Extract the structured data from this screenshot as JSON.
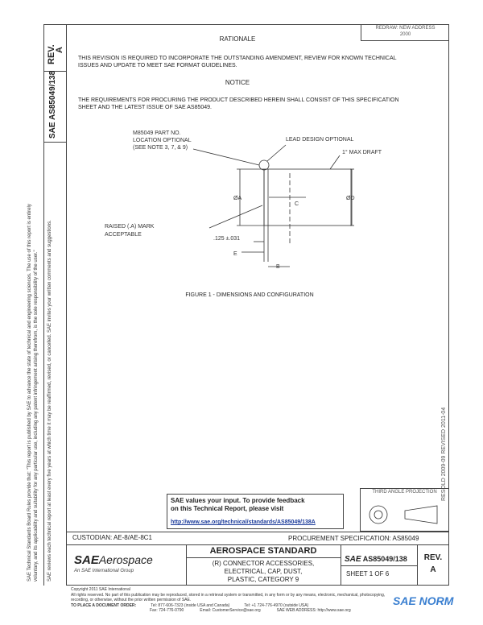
{
  "date_box": {
    "line1": "REDRAW: NEW ADDRESS",
    "line2": "2000"
  },
  "rev_label": "REV.",
  "rev_value": "A",
  "sae_doc": "SAE AS85049/138",
  "side_note_1": "SAE Technical Standards Board Rules provide that: \"This report is published by SAE to advance the state of technical and engineering sciences. The use of this report is entirely",
  "side_note_2": "voluntary, and its applicability and suitability for any particular use, including any patent infringement arising therefrom, is the sole responsibility of the user.\"",
  "side_note_3": "SAE reviews each technical report at least every five years at which time it may be reaffirmed, revised, or cancelled. SAE invites your written comments and suggestions.",
  "right_vertical": "RESOLD 2009-09    REVISED 2011-04",
  "rationale": {
    "heading": "RATIONALE",
    "text": "THIS REVISION IS REQUIRED TO INCORPORATE THE OUTSTANDING AMENDMENT, REVIEW FOR KNOWN TECHNICAL ISSUES AND UPDATE TO MEET SAE FORMAT GUIDELINES."
  },
  "notice": {
    "heading": "NOTICE",
    "text": "THE REQUIREMENTS FOR PROCURING THE PRODUCT DESCRIBED HEREIN SHALL CONSIST OF THIS SPECIFICATION SHEET AND THE LATEST ISSUE OF SAE AS85049."
  },
  "drawing": {
    "part_note": [
      "M85049 PART NO.",
      "LOCATION OPTIONAL",
      "(SEE NOTE 3, 7, & 9)"
    ],
    "lead_note": "LEAD DESIGN OPTIONAL",
    "draft_note": "1° MAX DRAFT",
    "raised_note": [
      "RAISED (.A)     MARK",
      "ACCEPTABLE"
    ],
    "dim_a": "ØA",
    "dim_d": "ØD",
    "dim_c": "C",
    "dim_e": "E",
    "dim_b": "B",
    "dim_tol": ".125 ±.031"
  },
  "figure_caption": "FIGURE 1 - DIMENSIONS AND CONFIGURATION",
  "feedback": {
    "line1": "SAE values your input. To provide feedback",
    "line2": "on this Technical Report, please visit",
    "link": "http://www.sae.org/technical/standards/AS85049/138A"
  },
  "third_angle": "THIRD ANGLE PROJECTION",
  "custodian": "CUSTODIAN: AE-8/AE-8C1",
  "procurement": "PROCUREMENT SPECIFICATION: AS85049",
  "logo": {
    "sae": "SAE",
    "aerospace": "Aerospace",
    "sub": "An SAE International Group"
  },
  "standard": {
    "heading": "AEROSPACE STANDARD",
    "title": "(R) CONNECTOR ACCESSORIES, ELECTRICAL, CAP, DUST, PLASTIC, CATEGORY 9"
  },
  "doc_number": "AS85049/138",
  "sheet": "SHEET 1 OF 6",
  "rev_block": {
    "label": "REV.",
    "value": "A"
  },
  "footer": {
    "copyright": "Copyright 2011 SAE International",
    "rights": "All rights reserved. No part of this publication may be reproduced, stored in a retrieval system or transmitted, in any form or by any means, electronic, mechanical, photocopying,",
    "rights2": "recording, or otherwise, without the prior written permission of SAE.",
    "order": "TO PLACE A DOCUMENT ORDER:",
    "tel1": "Tel: 877-606-7323 (inside USA and Canada)",
    "tel2": "Tel: +1 724-776-4970 (outside USA)",
    "fax": "Fax: 724-776-0790",
    "email": "Email: CustomerService@sae.org",
    "web": "SAE WEB ADDRESS: http://www.sae.org"
  },
  "watermark": "SAE NORM"
}
